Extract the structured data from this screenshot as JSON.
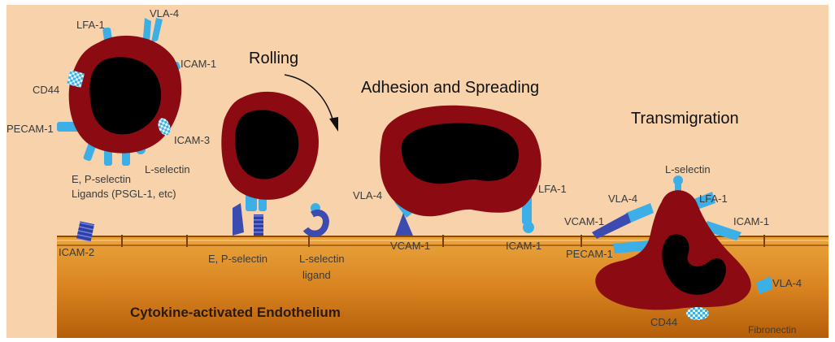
{
  "stages": {
    "rolling": "Rolling",
    "adhesion": "Adhesion and Spreading",
    "transmigration": "Transmigration"
  },
  "endothelium_label": "Cytokine-activated Endothelium",
  "labels": {
    "lfa1_a": "LFA-1",
    "vla4_a": "VLA-4",
    "icam1_a": "ICAM-1",
    "cd44_a": "CD44",
    "pecam1_a": "PECAM-1",
    "icam3": "ICAM-3",
    "lselectin_a": "L-selectin",
    "ep_ligand_line1": "E, P-selectin",
    "ep_ligand_line2": "Ligands (PSGL-1, etc)",
    "icam2": "ICAM-2",
    "ep_selectin": "E, P-selectin",
    "lselectin_ligand_line1": "L-selectin",
    "lselectin_ligand_line2": "ligand",
    "vla4_b": "VLA-4",
    "vcam1_b": "VCAM-1",
    "lfa1_b": "LFA-1",
    "icam1_b": "ICAM-1",
    "lselectin_c": "L-selectin",
    "vla4_c": "VLA-4",
    "lfa1_c": "LFA-1",
    "vcam1_c": "VCAM-1",
    "icam1_c": "ICAM-1",
    "pecam1_c": "PECAM-1",
    "vla4_d": "VLA-4",
    "cd44_c": "CD44",
    "fibronectin": "Fibronectin"
  },
  "colors": {
    "background": "#f8d2aa",
    "endothelium_top": "#e8a23a",
    "endothelium_bottom": "#c46a0c",
    "cell_membrane": "#8c0a12",
    "nucleus": "#000000",
    "receptor": "#3cb0e6",
    "ligand": "#3b4bb0"
  }
}
